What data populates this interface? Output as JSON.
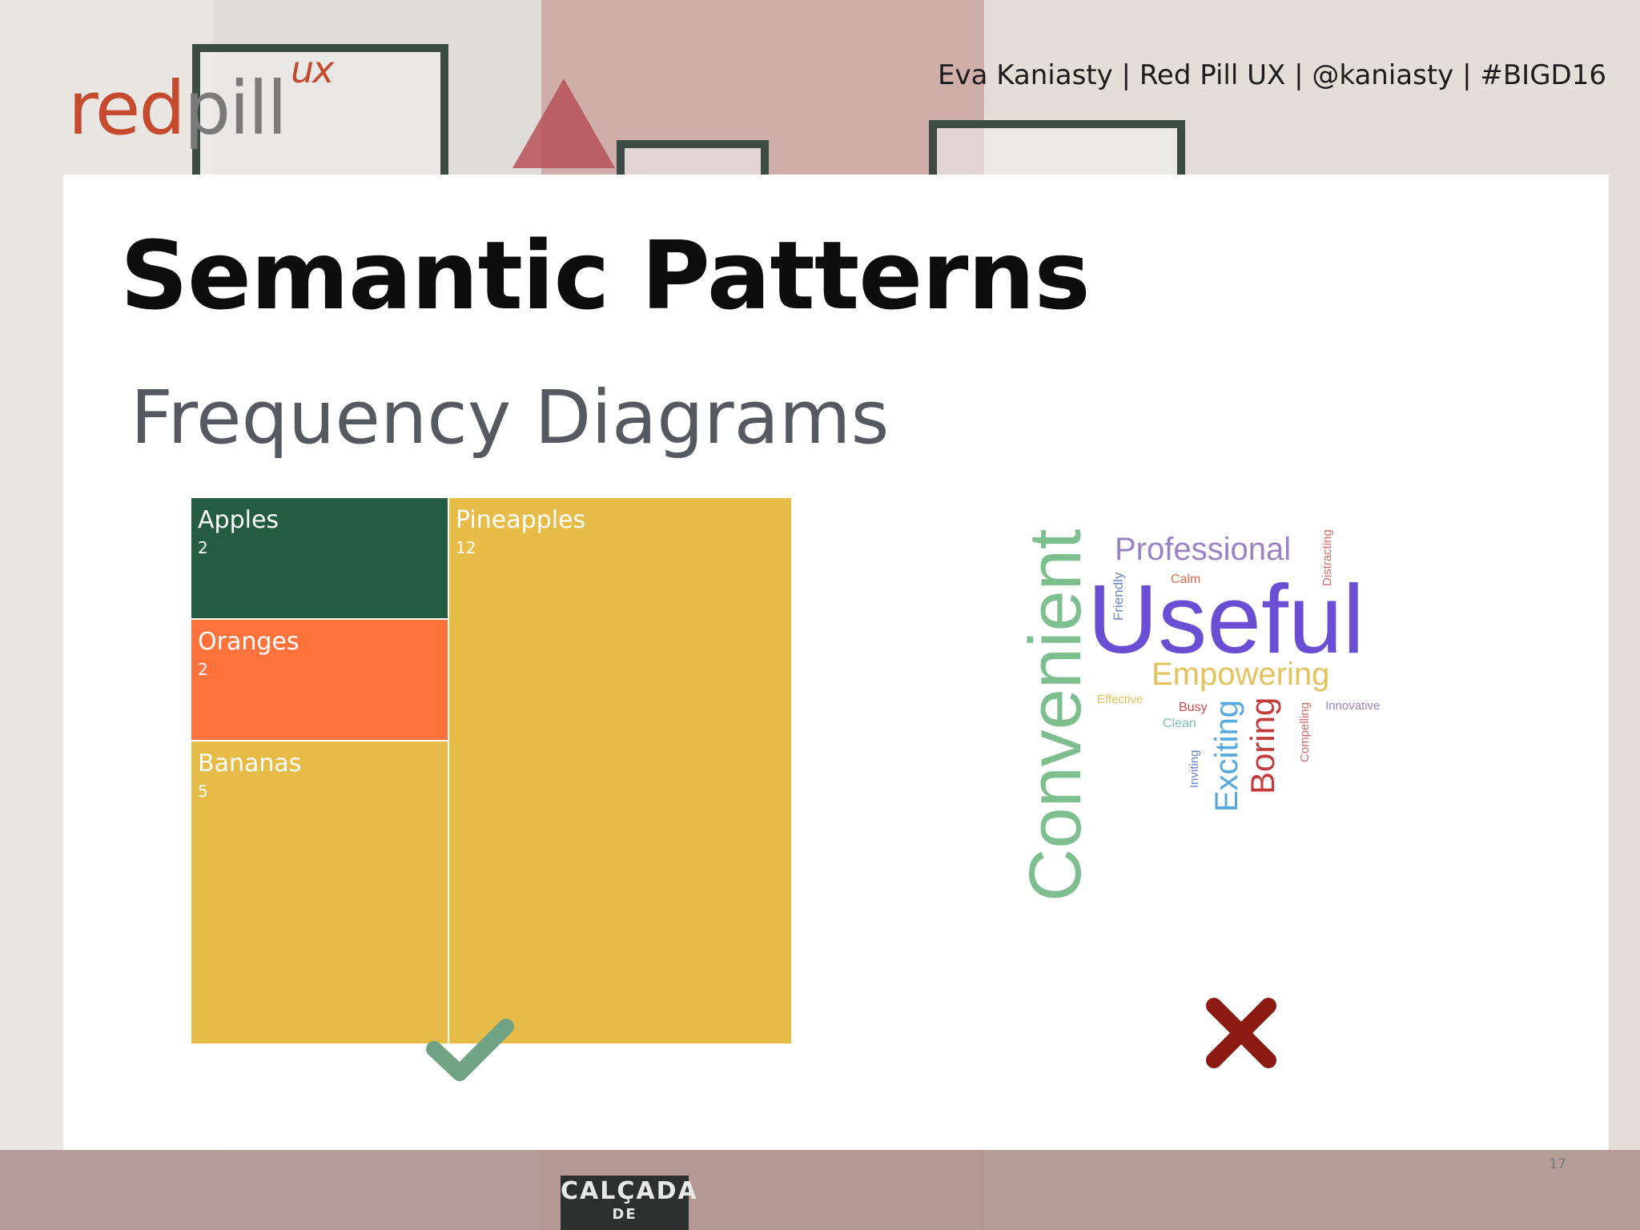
{
  "header": {
    "logo": {
      "part1": "red",
      "part2": "pill",
      "superscript": "ux"
    },
    "byline": "Eva Kaniasty | Red Pill UX | @kaniasty | #BIGD16"
  },
  "slide": {
    "title": "Semantic Patterns",
    "subtitle": "Frequency Diagrams",
    "page_number": "17"
  },
  "background": {
    "street_sign_line1": "CALÇADA",
    "street_sign_line2": "DE"
  },
  "treemap": {
    "tiles": [
      {
        "label": "Apples",
        "value": "2",
        "color": "#235c40"
      },
      {
        "label": "Oranges",
        "value": "2",
        "color": "#fe733c"
      },
      {
        "label": "Bananas",
        "value": "5",
        "color": "#e6bb47"
      },
      {
        "label": "Pineapples",
        "value": "12",
        "color": "#e6bb47"
      }
    ],
    "verdict_icon": "check-icon"
  },
  "word_cloud": {
    "words": [
      {
        "text": "Convenient",
        "color": "#7dbf8f"
      },
      {
        "text": "Professional",
        "color": "#9a82c9"
      },
      {
        "text": "Useful",
        "color": "#6a4fd4"
      },
      {
        "text": "Empowering",
        "color": "#e4c25c"
      },
      {
        "text": "Calm",
        "color": "#e0694a"
      },
      {
        "text": "Friendly",
        "color": "#6a87c9"
      },
      {
        "text": "Distracting",
        "color": "#d46a6a"
      },
      {
        "text": "Effective",
        "color": "#e4c25c"
      },
      {
        "text": "Busy",
        "color": "#d44a4a"
      },
      {
        "text": "Clean",
        "color": "#7dbfb0"
      },
      {
        "text": "Exciting",
        "color": "#52a8df"
      },
      {
        "text": "Boring",
        "color": "#c43b3b"
      },
      {
        "text": "Compelling",
        "color": "#d46a6a"
      },
      {
        "text": "Innovative",
        "color": "#9a82c9"
      },
      {
        "text": "Inviting",
        "color": "#6a87c9"
      }
    ],
    "verdict_icon": "cross-icon"
  },
  "colors": {
    "check": "#6fa384",
    "cross": "#8b1a12",
    "title": "#0d0d0d",
    "subtitle": "#555a60"
  }
}
